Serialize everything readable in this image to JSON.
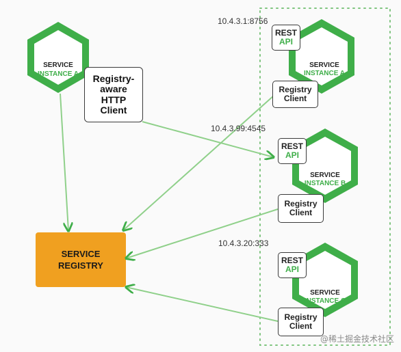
{
  "colors": {
    "green": "#3fae49",
    "green_light": "#8fd08a",
    "registry_fill": "#f0a020",
    "dotted_border": "#7ec47e"
  },
  "client_service": {
    "name_line1": "SERVICE",
    "name_line2": "INSTANCE A",
    "http_client": [
      "Registry-",
      "aware",
      "HTTP",
      "Client"
    ]
  },
  "registry": {
    "line1": "SERVICE",
    "line2": "REGISTRY"
  },
  "instances": [
    {
      "address": "10.4.3.1:8756",
      "name_line1": "SERVICE",
      "name_line2": "INSTANCE A",
      "api_line1": "REST",
      "api_line2": "API",
      "client_line1": "Registry",
      "client_line2": "Client"
    },
    {
      "address": "10.4.3.99:4545",
      "name_line1": "SERVICE",
      "name_line2": "INSTANCE B",
      "api_line1": "REST",
      "api_line2": "API",
      "client_line1": "Registry",
      "client_line2": "Client"
    },
    {
      "address": "10.4.3.20:333",
      "name_line1": "SERVICE",
      "name_line2": "INSTANCE C",
      "api_line1": "REST",
      "api_line2": "API",
      "client_line1": "Registry",
      "client_line2": "Client"
    }
  ],
  "watermark": "@稀土掘金技术社区"
}
